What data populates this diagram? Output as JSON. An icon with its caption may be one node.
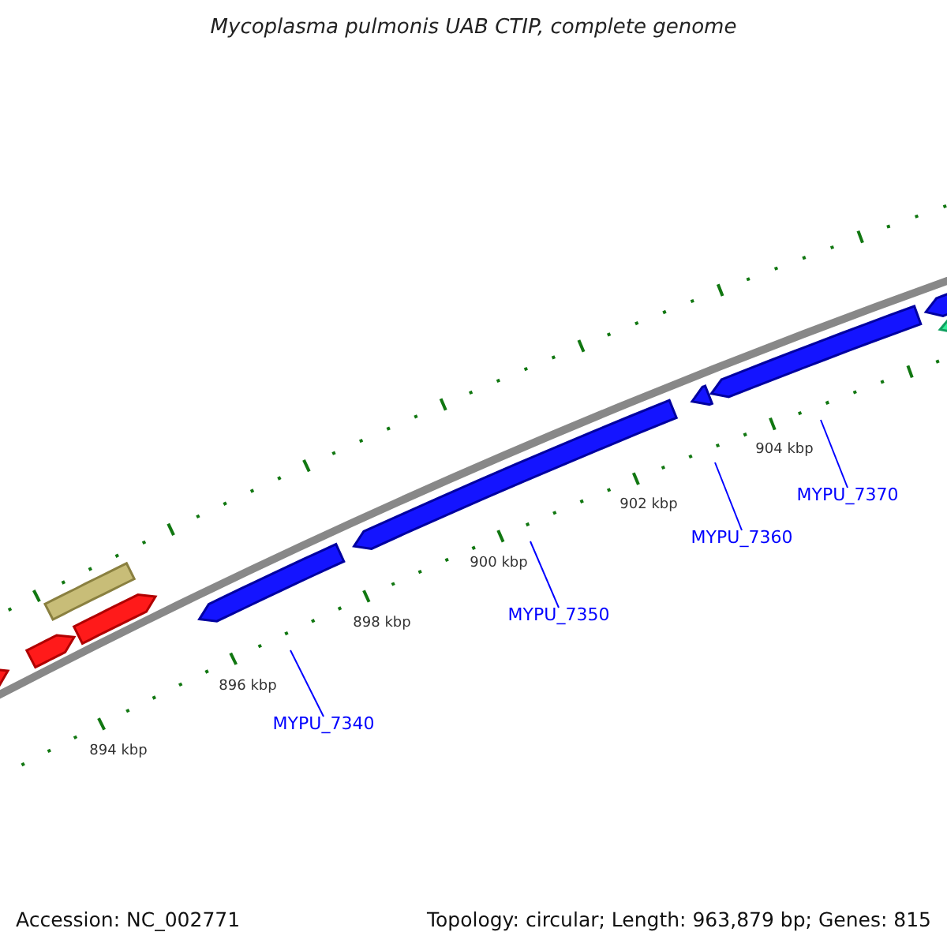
{
  "diagram": {
    "title": "Mycoplasma pulmonis UAB CTIP, complete genome",
    "nodes": [
      {
        "text": [
          "MYPU_7340"
        ]
      },
      {
        "text": [
          "MYPU_7350"
        ]
      },
      {
        "text": [
          "MYPU_7360"
        ]
      },
      {
        "text": [
          "MYPU_7370"
        ]
      }
    ],
    "edges": [
      {
        "from": 0,
        "to": null,
        "arrow": "none"
      },
      {
        "from": 1,
        "to": null,
        "arrow": "none"
      },
      {
        "from": 2,
        "to": null,
        "arrow": "none"
      },
      {
        "from": 3,
        "to": null,
        "arrow": "none"
      }
    ],
    "labels": [
      "904 kbp",
      "902 kbp",
      "900 kbp",
      "898 kbp",
      "896 kbp",
      "894 kbp",
      "Accession: NC_002771",
      "Topology: circular; Length: 963,879 bp; Genes: 815"
    ]
  }
}
